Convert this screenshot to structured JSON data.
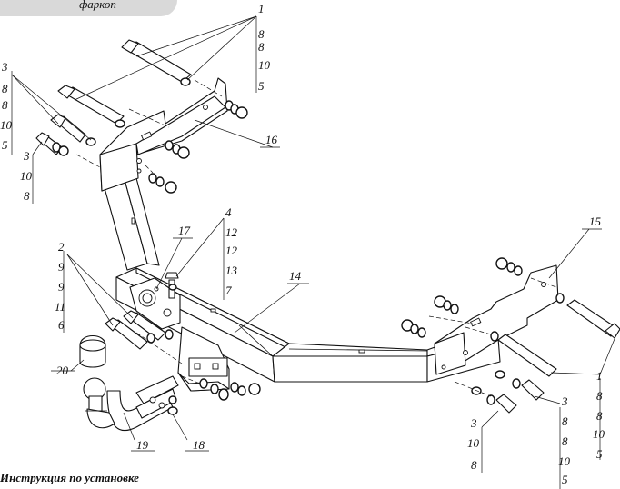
{
  "header": {
    "tab_label": "фаркоп"
  },
  "footer": {
    "title": "Инструкция по установке"
  },
  "callouts": {
    "top_right_stack": [
      "1",
      "8",
      "8",
      "10",
      "5"
    ],
    "upper_left_stack": [
      "3",
      "8",
      "8",
      "10",
      "5"
    ],
    "left_stack_b": [
      "3",
      "10",
      "8"
    ],
    "center_stack": [
      "4",
      "12",
      "12",
      "13",
      "7"
    ],
    "left_mid_stack": [
      "2",
      "9",
      "9",
      "11",
      "6"
    ],
    "bottom_mid_stack": [
      "3",
      "10",
      "8"
    ],
    "bottom_right_stack_a": [
      "3",
      "8",
      "8",
      "10",
      "5"
    ],
    "bottom_right_stack_b": [
      "1",
      "8",
      "8",
      "10",
      "5"
    ],
    "part_16": "16",
    "part_15": "15",
    "part_14": "14",
    "part_17": "17",
    "part_20": "20",
    "part_19": "19",
    "part_18": "18"
  }
}
